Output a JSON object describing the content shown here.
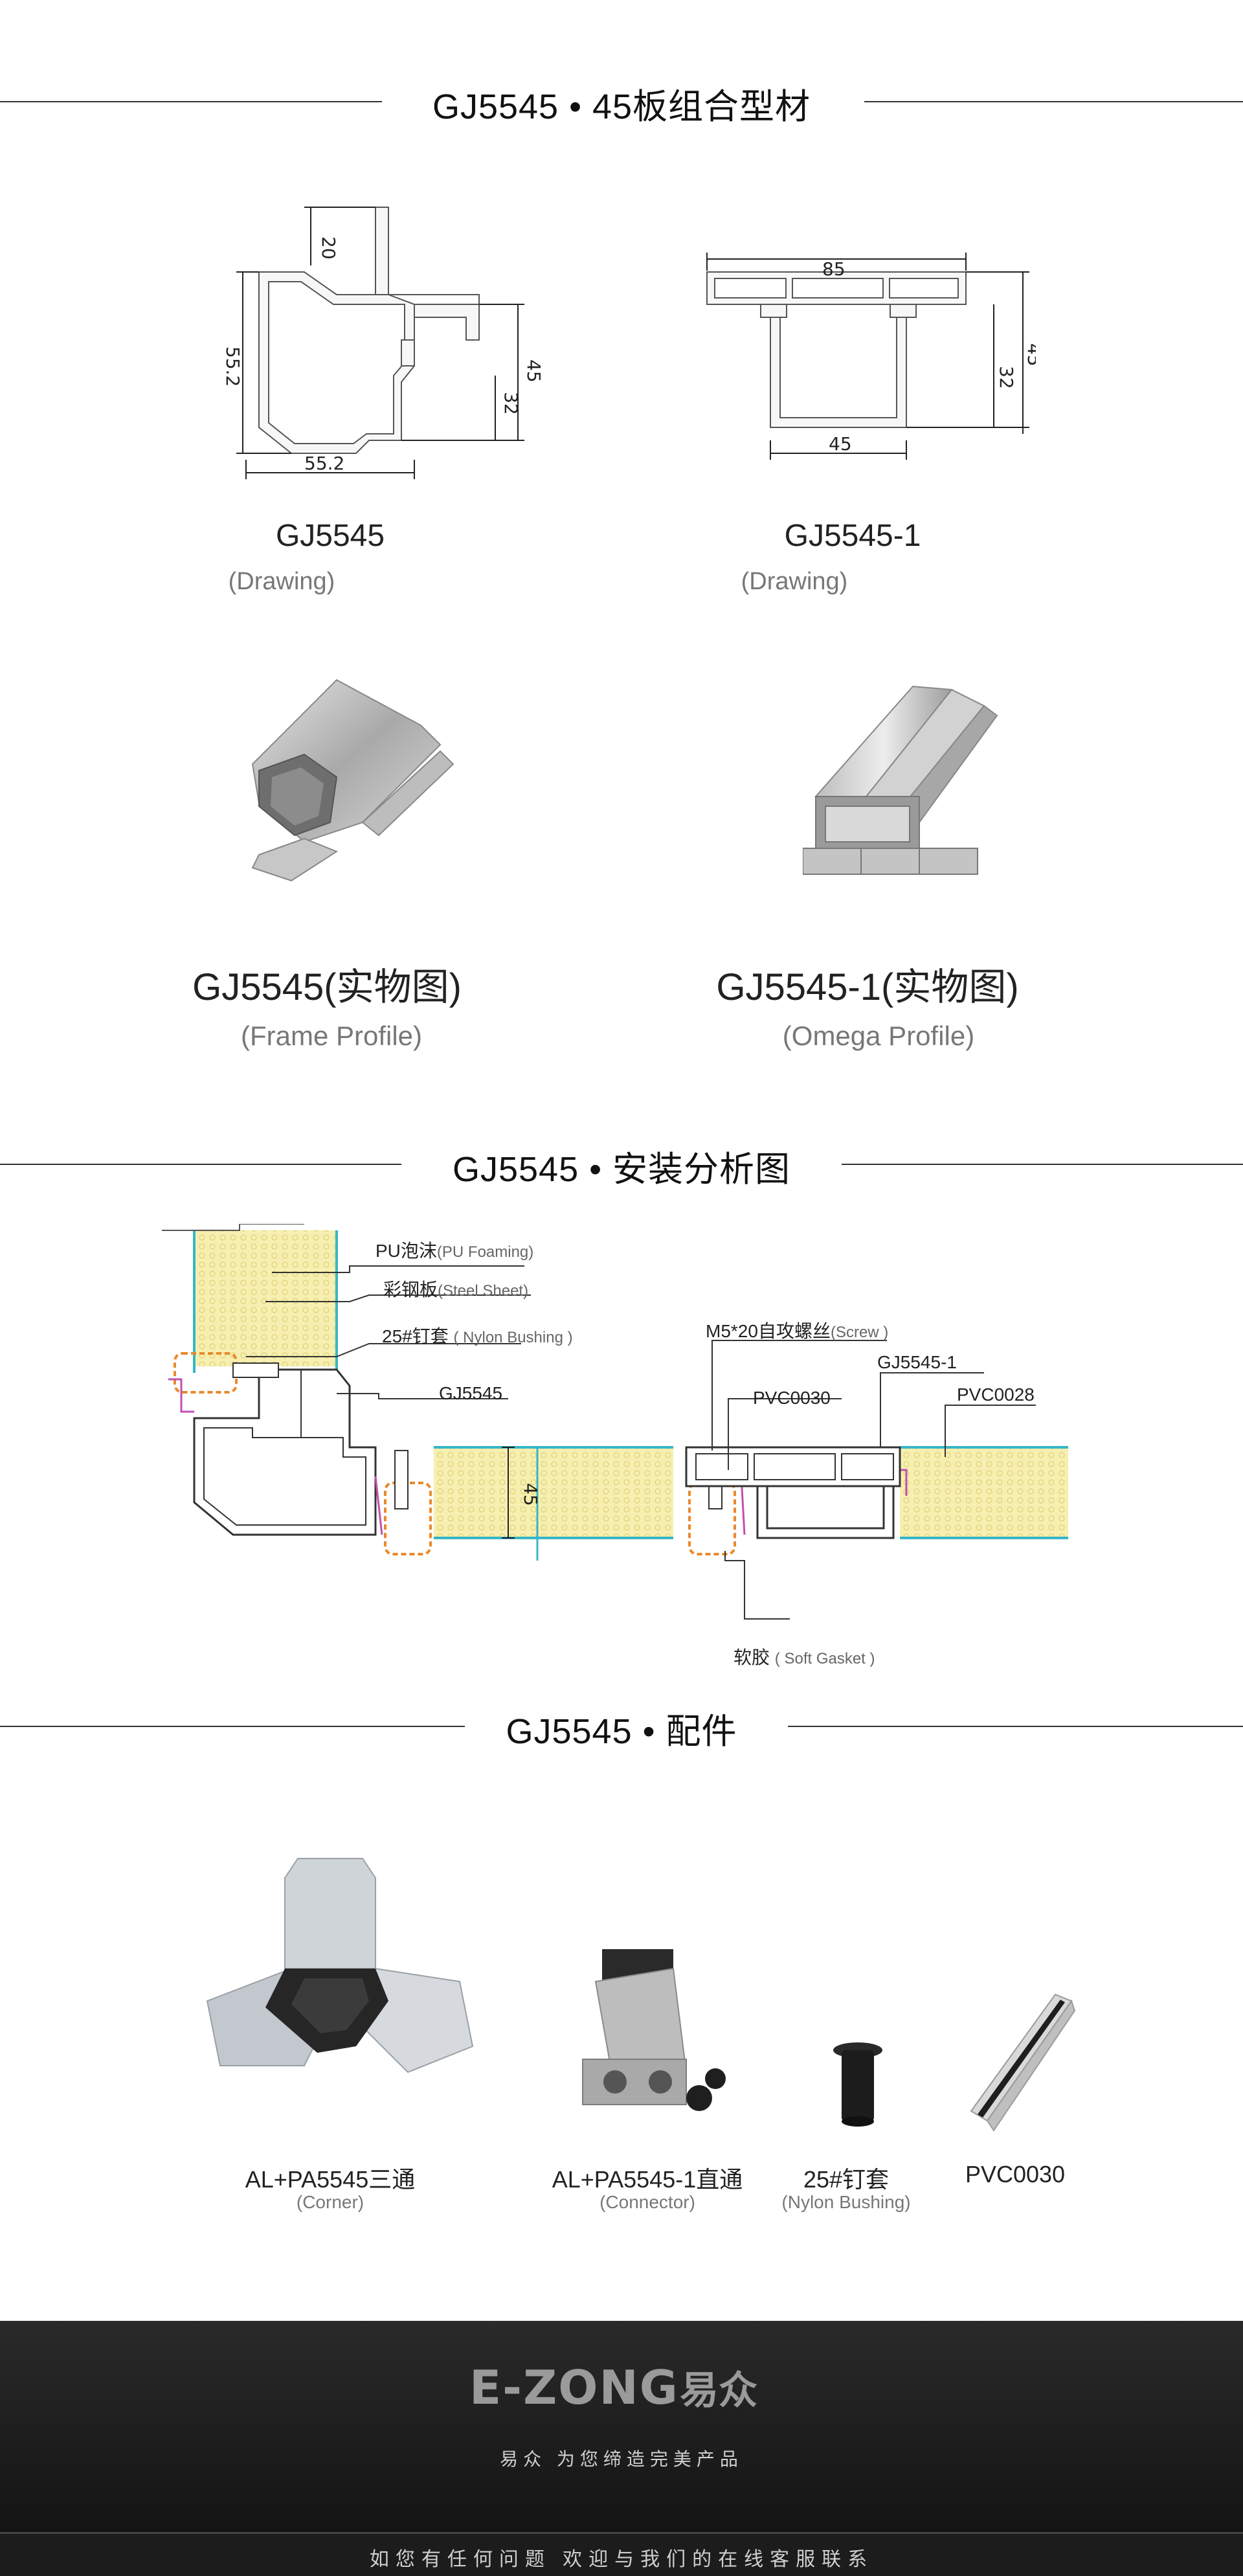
{
  "sections": {
    "profiles_title": "GJ5545 • 45板组合型材",
    "analysis_title": "GJ5545 • 安装分析图",
    "accessories_title": "GJ5545 • 配件"
  },
  "drawings": [
    {
      "name": "GJ5545",
      "sub": "(Drawing)",
      "dims": [
        "20",
        "55.2",
        "55.2",
        "32",
        "45"
      ]
    },
    {
      "name": "GJ5545-1",
      "sub": "(Drawing)",
      "dims": [
        "85",
        "32",
        "45",
        "45"
      ]
    }
  ],
  "photos": [
    {
      "name": "GJ5545(实物图)",
      "sub": "(Frame Profile)"
    },
    {
      "name": "GJ5545-1(实物图)",
      "sub": "(Omega Profile)"
    }
  ],
  "analysis": {
    "pu_foaming": "PU泡沫",
    "pu_foaming_en": "(PU Foaming)",
    "steel_sheet": "彩钢板",
    "steel_sheet_en": "(Steel Sheet)",
    "nylon_bushing": "25#钉套",
    "nylon_bushing_en": "( Nylon Bushing )",
    "gj5545": "GJ5545",
    "screw": "M5*20自攻螺丝",
    "screw_en": "(Screw )",
    "gj5545_1": "GJ5545-1",
    "pvc0030": "PVC0030",
    "pvc0028": "PVC0028",
    "dim_45": "45",
    "soft_gasket": "软胶",
    "soft_gasket_en": "( Soft Gasket )"
  },
  "accessories": [
    {
      "name": "AL+PA5545三通",
      "sub": "(Corner)"
    },
    {
      "name": "AL+PA5545-1直通",
      "sub": "(Connector)"
    },
    {
      "name": "25#钉套",
      "sub": "(Nylon Bushing)"
    },
    {
      "name": "PVC0030",
      "sub": ""
    }
  ],
  "footer": {
    "logo_latin": "E-ZONG",
    "logo_cn": "易众",
    "tagline": "易众 为您缔造完美产品",
    "contact": "如您有任何问题    欢迎与我们的在线客服联系"
  },
  "colors": {
    "foam": "#f3eca9",
    "steel": "#36b6c8",
    "bushing": "#e8892b",
    "gasket": "#c24fb3",
    "footer_bg": "#1a1a1a"
  }
}
